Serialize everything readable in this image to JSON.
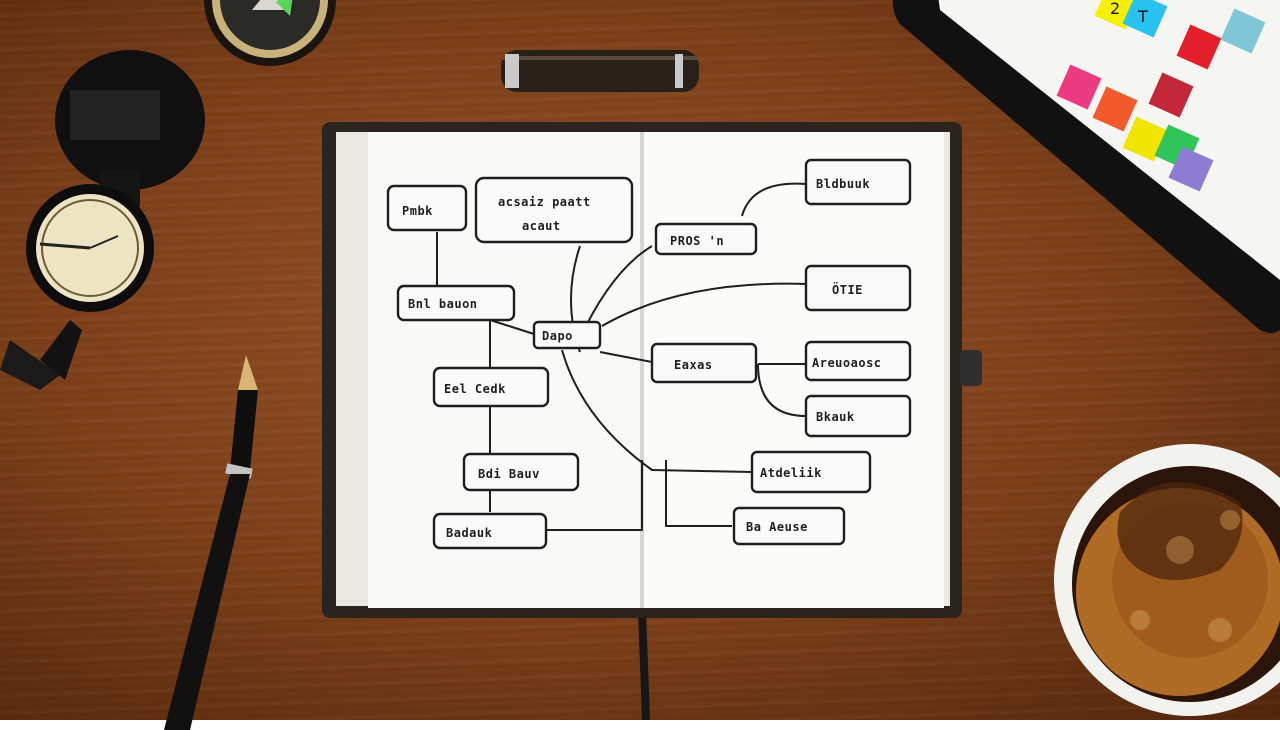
{
  "notebook": {
    "nodes": {
      "n1": "Pmbk",
      "n2a": "acsaiz paatt",
      "n2b": "acaut",
      "n3": "PROS 'n",
      "n4": "Bldbuuk",
      "n5": "ÖTIE",
      "n6": "Bnl bauon",
      "n7": "Dapo",
      "n8": "Eaxas",
      "n9": "Areuoaosc",
      "n10": "Eel Cedk",
      "n11": "Bkauk",
      "n12": "Bdi Bauv",
      "n13": "Atdeliik",
      "n14": "Badauk",
      "n15": "Ba Aeuse"
    }
  },
  "tablet": {
    "tiles": [
      {
        "color": "#f4f000",
        "glyph": "2"
      },
      {
        "color": "#28c2f0",
        "glyph": "T"
      },
      {
        "color": "#e21f2b",
        "glyph": ""
      },
      {
        "color": "#7fc6d6",
        "glyph": ""
      },
      {
        "color": "#ed3b82",
        "glyph": ""
      },
      {
        "color": "#f25a2b",
        "glyph": ""
      },
      {
        "color": "#c2283a",
        "glyph": ""
      },
      {
        "color": "#f0e500",
        "glyph": ""
      },
      {
        "color": "#31c45a",
        "glyph": ""
      },
      {
        "color": "#8e7bd4",
        "glyph": ""
      }
    ]
  },
  "colors": {
    "desk": "#7d4019",
    "paper": "#fafafa",
    "ink": "#1f1f1f",
    "coffee": "#9b5a1a"
  }
}
